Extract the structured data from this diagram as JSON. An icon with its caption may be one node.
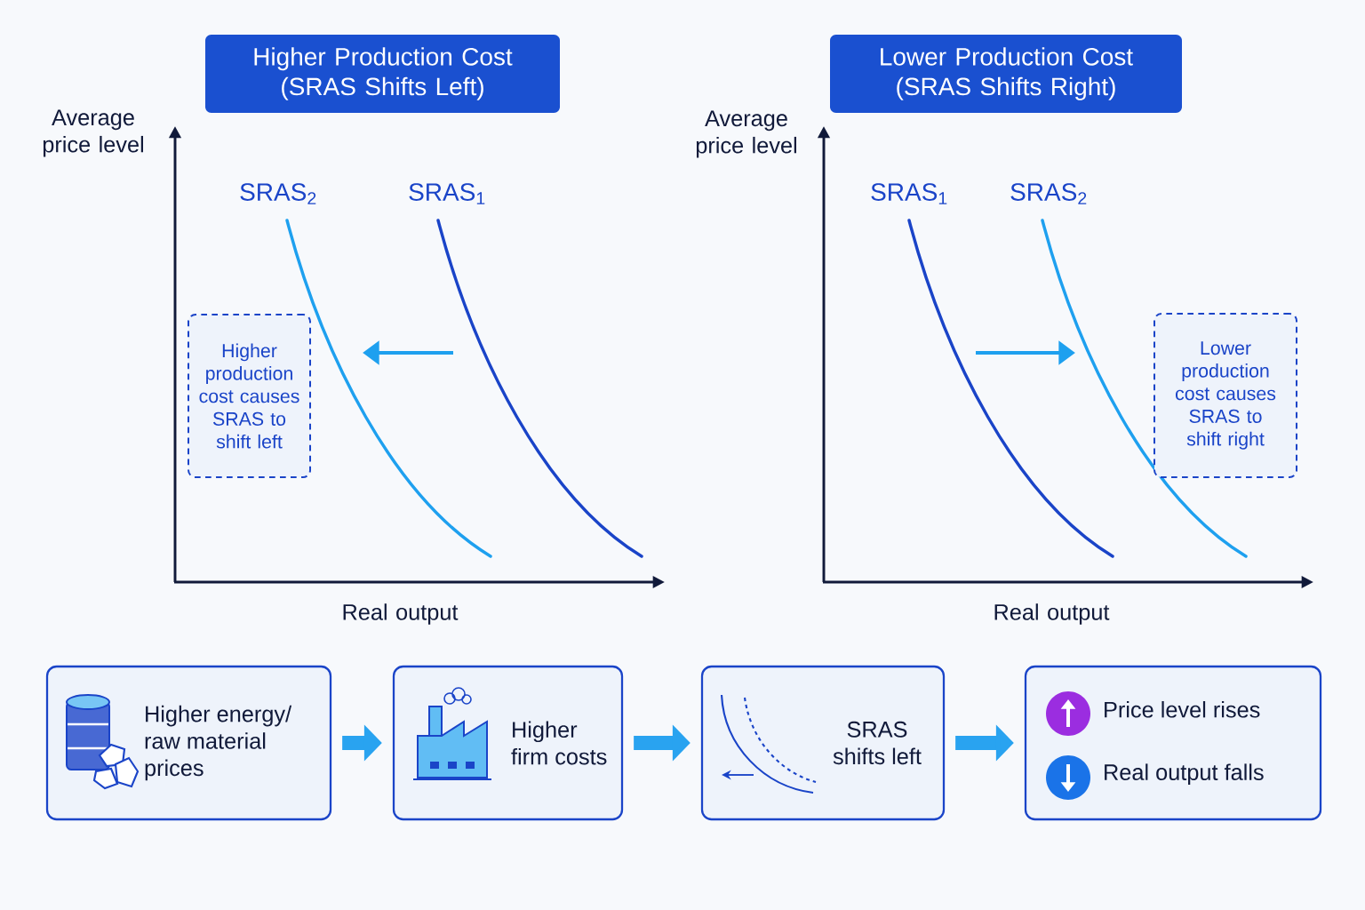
{
  "diagram": {
    "nodes": [
      {
        "text": [
          "Higher Production Cost (SRAS Shifts Left)"
        ]
      },
      {
        "text": [
          "Higher production cost causes SRAS to shift left"
        ]
      },
      {
        "text": [
          "Lower Production Cost (SRAS Shifts Right)"
        ]
      },
      {
        "text": [
          "Lower production cost causes SRAS to shift right"
        ]
      },
      {
        "text": [
          "Higher energy/ raw material prices"
        ]
      },
      {
        "text": [
          "Higher firm costs"
        ]
      },
      {
        "text": [
          "SRAS shifts left"
        ]
      },
      {
        "text": [
          "Price level rises",
          "Real output falls"
        ]
      }
    ],
    "edges": [
      {
        "from": 4,
        "to": 5,
        "arrow": "to"
      },
      {
        "from": 5,
        "to": 6,
        "arrow": "to"
      },
      {
        "from": 6,
        "to": 7,
        "arrow": "to"
      }
    ],
    "labels": [
      "Average price level",
      "SRAS$_{2}$",
      "SRAS$_{1}$",
      "Real output",
      "Average price level",
      "SRAS$_{1}$",
      "SRAS$_{2}$",
      "Real output"
    ]
  }
}
